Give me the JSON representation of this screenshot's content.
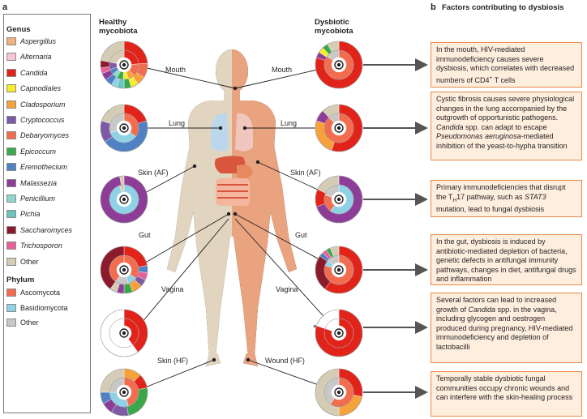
{
  "panel_a": "a",
  "panel_b": "b",
  "factors_title": "Factors contributing to dysbiosis",
  "healthy_header": [
    "Healthy",
    "mycobiota"
  ],
  "dysbiotic_header": [
    "Dysbiotic",
    "mycobiota"
  ],
  "legend": {
    "genus_title": "Genus",
    "genus": [
      {
        "label": "Aspergillus",
        "color": "#f0b27a",
        "italic": true
      },
      {
        "label": "Alternaria",
        "color": "#f9c6d4",
        "italic": true
      },
      {
        "label": "Candida",
        "color": "#e2231a",
        "italic": true
      },
      {
        "label": "Capnodiales",
        "color": "#f7ec2e",
        "italic": true
      },
      {
        "label": "Cladosporium",
        "color": "#f6a13a",
        "italic": true
      },
      {
        "label": "Cryptococcus",
        "color": "#7e5aa6",
        "italic": true
      },
      {
        "label": "Debaryomyces",
        "color": "#f26d4f",
        "italic": true
      },
      {
        "label": "Epicoccum",
        "color": "#3aa84a",
        "italic": true
      },
      {
        "label": "Eremothecium",
        "color": "#4f81c3",
        "italic": true
      },
      {
        "label": "Malassezia",
        "color": "#8d3c97",
        "italic": true
      },
      {
        "label": "Penicillium",
        "color": "#90d6cf",
        "italic": true
      },
      {
        "label": "Pichia",
        "color": "#6cc4c0",
        "italic": true
      },
      {
        "label": "Saccharomyces",
        "color": "#8b1a2b",
        "italic": true
      },
      {
        "label": "Trichosporon",
        "color": "#e8609a",
        "italic": true
      },
      {
        "label": "Other",
        "color": "#d4ccb4",
        "italic": false
      }
    ],
    "phylum_title": "Phylum",
    "phylum": [
      {
        "label": "Ascomycota",
        "color": "#f26d4f"
      },
      {
        "label": "Basidiomycota",
        "color": "#8fd2e6"
      },
      {
        "label": "Other",
        "color": "#c8c8c8"
      }
    ]
  },
  "sites": {
    "mouth": "Mouth",
    "lung": "Lung",
    "skin_af": "Skin (AF)",
    "gut": "Gut",
    "vagina": "Vagina",
    "skin_hf": "Skin (HF)",
    "wound_hf": "Wound (HF)"
  },
  "asterisk": "*",
  "factors": [
    {
      "parts": [
        {
          "t": "In the mouth, HIV-mediated immunodeficiency causes severe dysbiosis, which correlates with decreased numbers of CD4"
        },
        {
          "t": "+",
          "sup": true
        },
        {
          "t": " T cells"
        }
      ]
    },
    {
      "parts": [
        {
          "t": "Cystic fibrosis causes severe physiological changes in the lung accompanied by the outgrowth of opportunistic pathogens. "
        },
        {
          "t": "Candida",
          "i": true
        },
        {
          "t": " spp. can adapt to escape "
        },
        {
          "t": "Pseudomonas aeruginosa",
          "i": true
        },
        {
          "t": "-mediated inhibition of the yeast-to-hypha transition"
        }
      ]
    },
    {
      "parts": [
        {
          "t": "Primary immunodeficiencies that disrupt the T"
        },
        {
          "t": "H",
          "sub": true
        },
        {
          "t": "17 pathway, such as "
        },
        {
          "t": "STAT3",
          "i": true
        },
        {
          "t": " mutation, lead to fungal dysbiosis"
        }
      ]
    },
    {
      "parts": [
        {
          "t": "In the gut, dysbiosis is induced by antibiotic-mediated depletion of bacteria, genetic defects in antifungal immunity pathways, changes in diet, antifungal drugs and inflammation"
        }
      ]
    },
    {
      "parts": [
        {
          "t": "Several factors can lead to increased growth of "
        },
        {
          "t": "Candida",
          "i": true
        },
        {
          "t": " spp. in the vagina, including glycogen and oestrogen produced during pregnancy, HIV-mediated immunodeficiency and depletion of lactobacilli"
        }
      ]
    },
    {
      "parts": [
        {
          "t": "Temporally stable dysbiotic fungal communities occupy chronic wounds and can interfere with the skin-healing process"
        }
      ]
    }
  ],
  "rings": {
    "healthy": [
      {
        "site": "mouth",
        "outer": [
          [
            "#e2231a",
            0.24
          ],
          [
            "#f26d4f",
            0.1
          ],
          [
            "#f6a13a",
            0.06
          ],
          [
            "#f7ec2e",
            0.05
          ],
          [
            "#3aa84a",
            0.05
          ],
          [
            "#6cc4c0",
            0.05
          ],
          [
            "#8fd2e6",
            0.04
          ],
          [
            "#4f81c3",
            0.05
          ],
          [
            "#8d3c97",
            0.05
          ],
          [
            "#e8609a",
            0.04
          ],
          [
            "#8b1a2b",
            0.05
          ],
          [
            "#d4ccb4",
            0.22
          ]
        ],
        "inner": [
          [
            "#e2231a",
            0.24
          ],
          [
            "#f26d4f",
            0.14
          ],
          [
            "#f6a13a",
            0.07
          ],
          [
            "#f7ec2e",
            0.06
          ],
          [
            "#3aa84a",
            0.07
          ],
          [
            "#90d6cf",
            0.06
          ],
          [
            "#4f81c3",
            0.06
          ],
          [
            "#7e5aa6",
            0.08
          ],
          [
            "#d4ccb4",
            0.22
          ]
        ]
      },
      {
        "site": "lung",
        "outer": [
          [
            "#e2231a",
            0.2
          ],
          [
            "#4f81c3",
            0.45
          ],
          [
            "#7e5aa6",
            0.15
          ],
          [
            "#d4ccb4",
            0.2
          ]
        ],
        "inner": [
          [
            "#f26d4f",
            0.35
          ],
          [
            "#8fd2e6",
            0.35
          ],
          [
            "#c8c8c8",
            0.3
          ]
        ]
      },
      {
        "site": "skin_af",
        "outer": [
          [
            "#8d3c97",
            0.97
          ],
          [
            "#d4ccb4",
            0.03
          ]
        ],
        "inner": [
          [
            "#8fd2e6",
            0.95
          ],
          [
            "#d4ccb4",
            0.05
          ]
        ]
      },
      {
        "site": "gut",
        "outer": [
          [
            "#e2231a",
            0.22
          ],
          [
            "#4f81c3",
            0.05
          ],
          [
            "#e8609a",
            0.05
          ],
          [
            "#7e5aa6",
            0.05
          ],
          [
            "#f6a13a",
            0.07
          ],
          [
            "#3aa84a",
            0.06
          ],
          [
            "#8d3c97",
            0.05
          ],
          [
            "#d4ccb4",
            0.05
          ],
          [
            "#8b1a2b",
            0.4
          ]
        ],
        "inner": [
          [
            "#f26d4f",
            0.35
          ],
          [
            "#8fd2e6",
            0.1
          ],
          [
            "#c8c8c8",
            0.15
          ],
          [
            "#f26d4f",
            0.4
          ]
        ]
      },
      {
        "site": "vagina",
        "outer": [
          [
            "#e2231a",
            0.4
          ],
          [
            "#ffffff",
            0.6
          ]
        ],
        "inner": [
          [
            "#e2231a",
            0.4
          ],
          [
            "#ffffff",
            0.6
          ]
        ]
      },
      {
        "site": "skin_hf",
        "outer": [
          [
            "#f6a13a",
            0.12
          ],
          [
            "#e2231a",
            0.1
          ],
          [
            "#3aa84a",
            0.25
          ],
          [
            "#7e5aa6",
            0.12
          ],
          [
            "#8d3c97",
            0.08
          ],
          [
            "#4f81c3",
            0.08
          ],
          [
            "#d4ccb4",
            0.25
          ]
        ],
        "inner": [
          [
            "#f26d4f",
            0.45
          ],
          [
            "#8fd2e6",
            0.3
          ],
          [
            "#c8c8c8",
            0.25
          ]
        ]
      }
    ],
    "dysbiotic": [
      {
        "site": "mouth",
        "outer": [
          [
            "#e2231a",
            0.8
          ],
          [
            "#8d3c97",
            0.04
          ],
          [
            "#f7ec2e",
            0.04
          ],
          [
            "#3aa84a",
            0.04
          ],
          [
            "#d4ccb4",
            0.08
          ]
        ],
        "inner": [
          [
            "#f26d4f",
            0.85
          ],
          [
            "#c8c8c8",
            0.15
          ]
        ]
      },
      {
        "site": "lung",
        "outer": [
          [
            "#e2231a",
            0.55
          ],
          [
            "#f6a13a",
            0.25
          ],
          [
            "#8d3c97",
            0.08
          ],
          [
            "#d4ccb4",
            0.12
          ]
        ],
        "inner": [
          [
            "#f26d4f",
            0.88
          ],
          [
            "#c8c8c8",
            0.12
          ]
        ]
      },
      {
        "site": "skin_af",
        "outer": [
          [
            "#8d3c97",
            0.7
          ],
          [
            "#e2231a",
            0.12
          ],
          [
            "#d4ccb4",
            0.18
          ]
        ],
        "inner": [
          [
            "#8fd2e6",
            0.6
          ],
          [
            "#f26d4f",
            0.2
          ],
          [
            "#c8c8c8",
            0.2
          ]
        ]
      },
      {
        "site": "gut",
        "outer": [
          [
            "#e2231a",
            0.6
          ],
          [
            "#8b1a2b",
            0.25
          ],
          [
            "#4f81c3",
            0.03
          ],
          [
            "#e8609a",
            0.03
          ],
          [
            "#3aa84a",
            0.03
          ],
          [
            "#d4ccb4",
            0.06
          ]
        ],
        "inner": [
          [
            "#f26d4f",
            0.8
          ],
          [
            "#8fd2e6",
            0.06
          ],
          [
            "#c8c8c8",
            0.14
          ]
        ]
      },
      {
        "site": "vagina",
        "outer": [
          [
            "#e2231a",
            0.8
          ],
          [
            "#ffffff",
            0.2
          ]
        ],
        "inner": [
          [
            "#e2231a",
            0.8
          ],
          [
            "#ffffff",
            0.2
          ]
        ]
      },
      {
        "site": "wound_hf",
        "outer": [
          [
            "#e2231a",
            0.28
          ],
          [
            "#f6a13a",
            0.22
          ],
          [
            "#d4ccb4",
            0.5
          ]
        ],
        "inner": [
          [
            "#f26d4f",
            0.6
          ],
          [
            "#c8c8c8",
            0.4
          ]
        ]
      }
    ]
  }
}
